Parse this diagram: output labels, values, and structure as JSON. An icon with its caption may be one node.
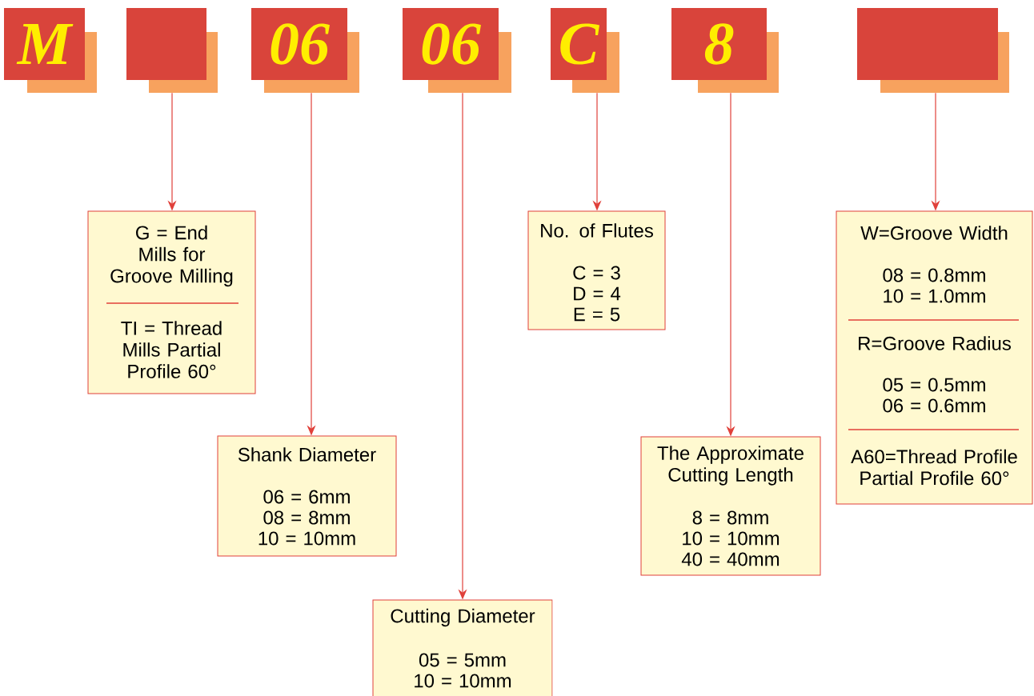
{
  "diagram": {
    "nodes": [
      {
        "text": [
          "M"
        ]
      },
      {
        "text": [],
        "shape": "box"
      },
      {
        "text": [
          "06"
        ]
      },
      {
        "text": [
          "06"
        ]
      },
      {
        "text": [
          "C"
        ]
      },
      {
        "text": [
          "8"
        ]
      },
      {
        "text": [],
        "shape": "box"
      },
      {
        "text": [
          "G = End Mills for Groove Milling",
          "TI = Thread Mills Partial Profile 60°"
        ]
      },
      {
        "text": [
          "Shank Diameter",
          "06 = 6mm",
          "08 = 8mm",
          "10 = 10mm"
        ]
      },
      {
        "text": [
          "Cutting Diameter",
          "05 = 5mm",
          "10 = 10mm"
        ]
      },
      {
        "text": [
          "No. of Flutes",
          "C = 3",
          "D = 4",
          "E = 5"
        ]
      },
      {
        "text": [
          "The Approximate Cutting Length",
          "8 = 8mm",
          "10 = 10mm",
          "40 = 40mm"
        ]
      },
      {
        "text": [
          "W=Groove Width",
          "08 = 0.8mm",
          "10 = 1.0mm",
          "R=Groove Radius",
          "05 = 0.5mm",
          "06 = 0.6mm",
          "A60=Thread Profile Partial Profile 60°"
        ]
      }
    ],
    "edges": [
      {
        "from": 1,
        "to": 7,
        "arrow": "to"
      },
      {
        "from": 2,
        "to": 8,
        "arrow": "to"
      },
      {
        "from": 3,
        "to": 9,
        "arrow": "to"
      },
      {
        "from": 4,
        "to": 10,
        "arrow": "to"
      },
      {
        "from": 5,
        "to": 11,
        "arrow": "to"
      },
      {
        "from": 6,
        "to": 12,
        "arrow": "to"
      }
    ]
  }
}
